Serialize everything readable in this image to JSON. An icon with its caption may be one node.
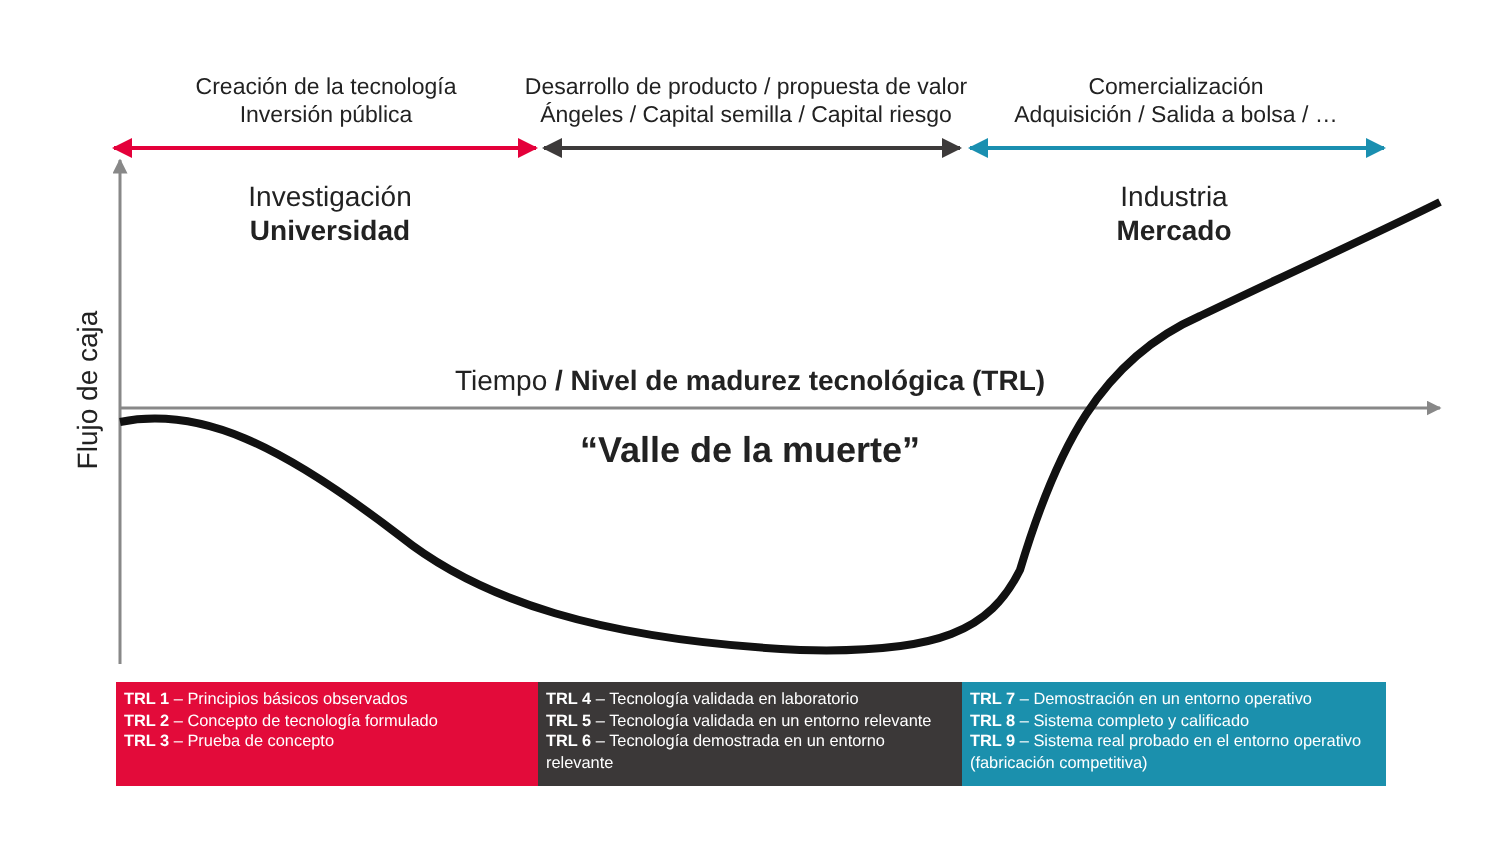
{
  "diagram": {
    "nodes": [
      {
        "text": [
          "**TRL 1** – Principios básicos observados",
          "**TRL 2** – Concepto de tecnología formulado",
          "**TRL 3** – Prueba de concepto"
        ]
      },
      {
        "text": [
          "**TRL 4** – Tecnología validada en laboratorio",
          "**TRL 5** – Tecnología validada en un entorno relevante",
          "**TRL 6** – Tecnología demostrada en un entorno relevante"
        ]
      },
      {
        "text": [
          "**TRL 7** – Demostración en un entorno operativo",
          "**TRL 8** – Sistema completo y calificado",
          "**TRL 9** – Sistema real probado en el entorno operativo (fabricación competitiva)"
        ]
      }
    ],
    "labels": [
      "Creación de la tecnología",
      "Inversión pública",
      "Desarrollo de producto / propuesta de valor",
      "Ángeles / Capital semilla / Capital riesgo",
      "Comercialización",
      "Adquisición / Salida a bolsa / …",
      "Investigación",
      "Universidad",
      "Industria",
      "Mercado",
      "Tiempo **/ Nivel de madurez tecnológica (TRL)**",
      "Flujo de caja",
      "“Valle de la muerte”"
    ]
  }
}
